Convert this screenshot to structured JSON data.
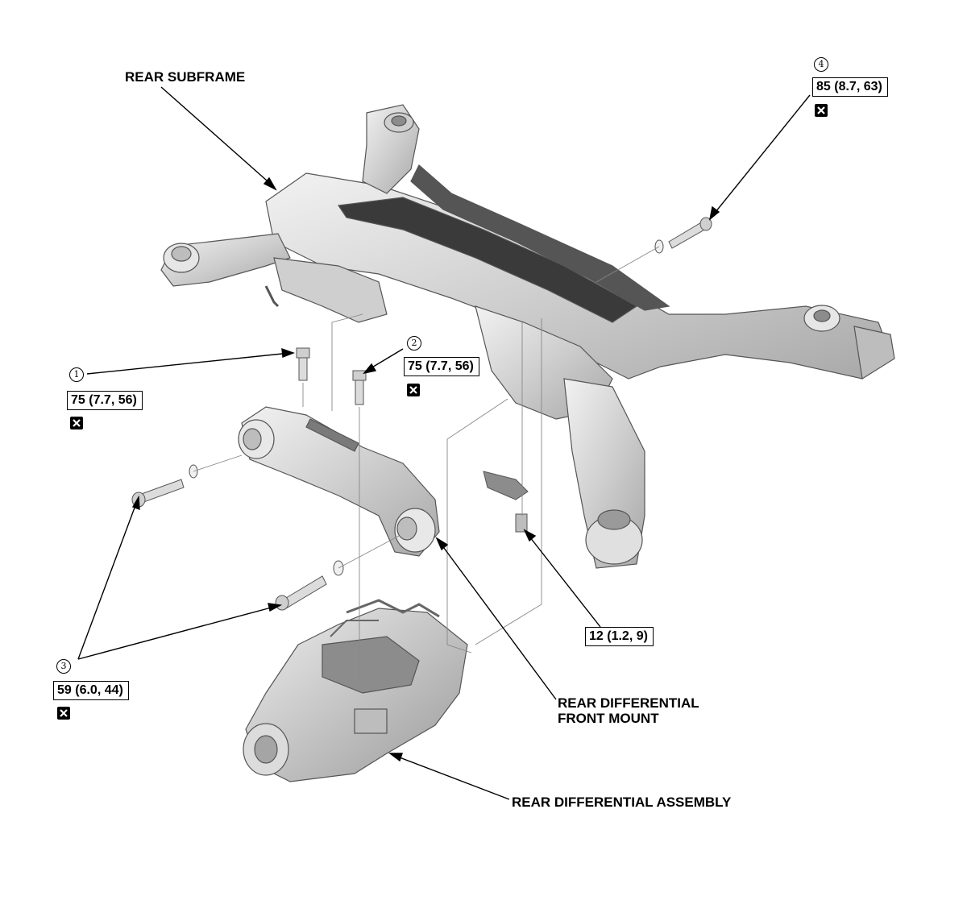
{
  "labels": {
    "rear_subframe": "REAR SUBFRAME",
    "front_mount_line1": "REAR DIFFERENTIAL",
    "front_mount_line2": "FRONT MOUNT",
    "diff_assembly": "REAR DIFFERENTIAL ASSEMBLY"
  },
  "callouts": [
    {
      "num": "1",
      "torque": "75 (7.7, 56)",
      "replace": true
    },
    {
      "num": "2",
      "torque": "75 (7.7, 56)",
      "replace": true
    },
    {
      "num": "3",
      "torque": "59 (6.0, 44)",
      "replace": true
    },
    {
      "num": "4",
      "torque": "85 (8.7, 63)",
      "replace": true
    }
  ],
  "bracket_bolt": {
    "torque": "12 (1.2, 9)"
  },
  "colors": {
    "ink": "#000000",
    "part_fill": "#d9d9d9",
    "part_shade": "#8c8c8c",
    "part_dark": "#3a3a3a"
  }
}
